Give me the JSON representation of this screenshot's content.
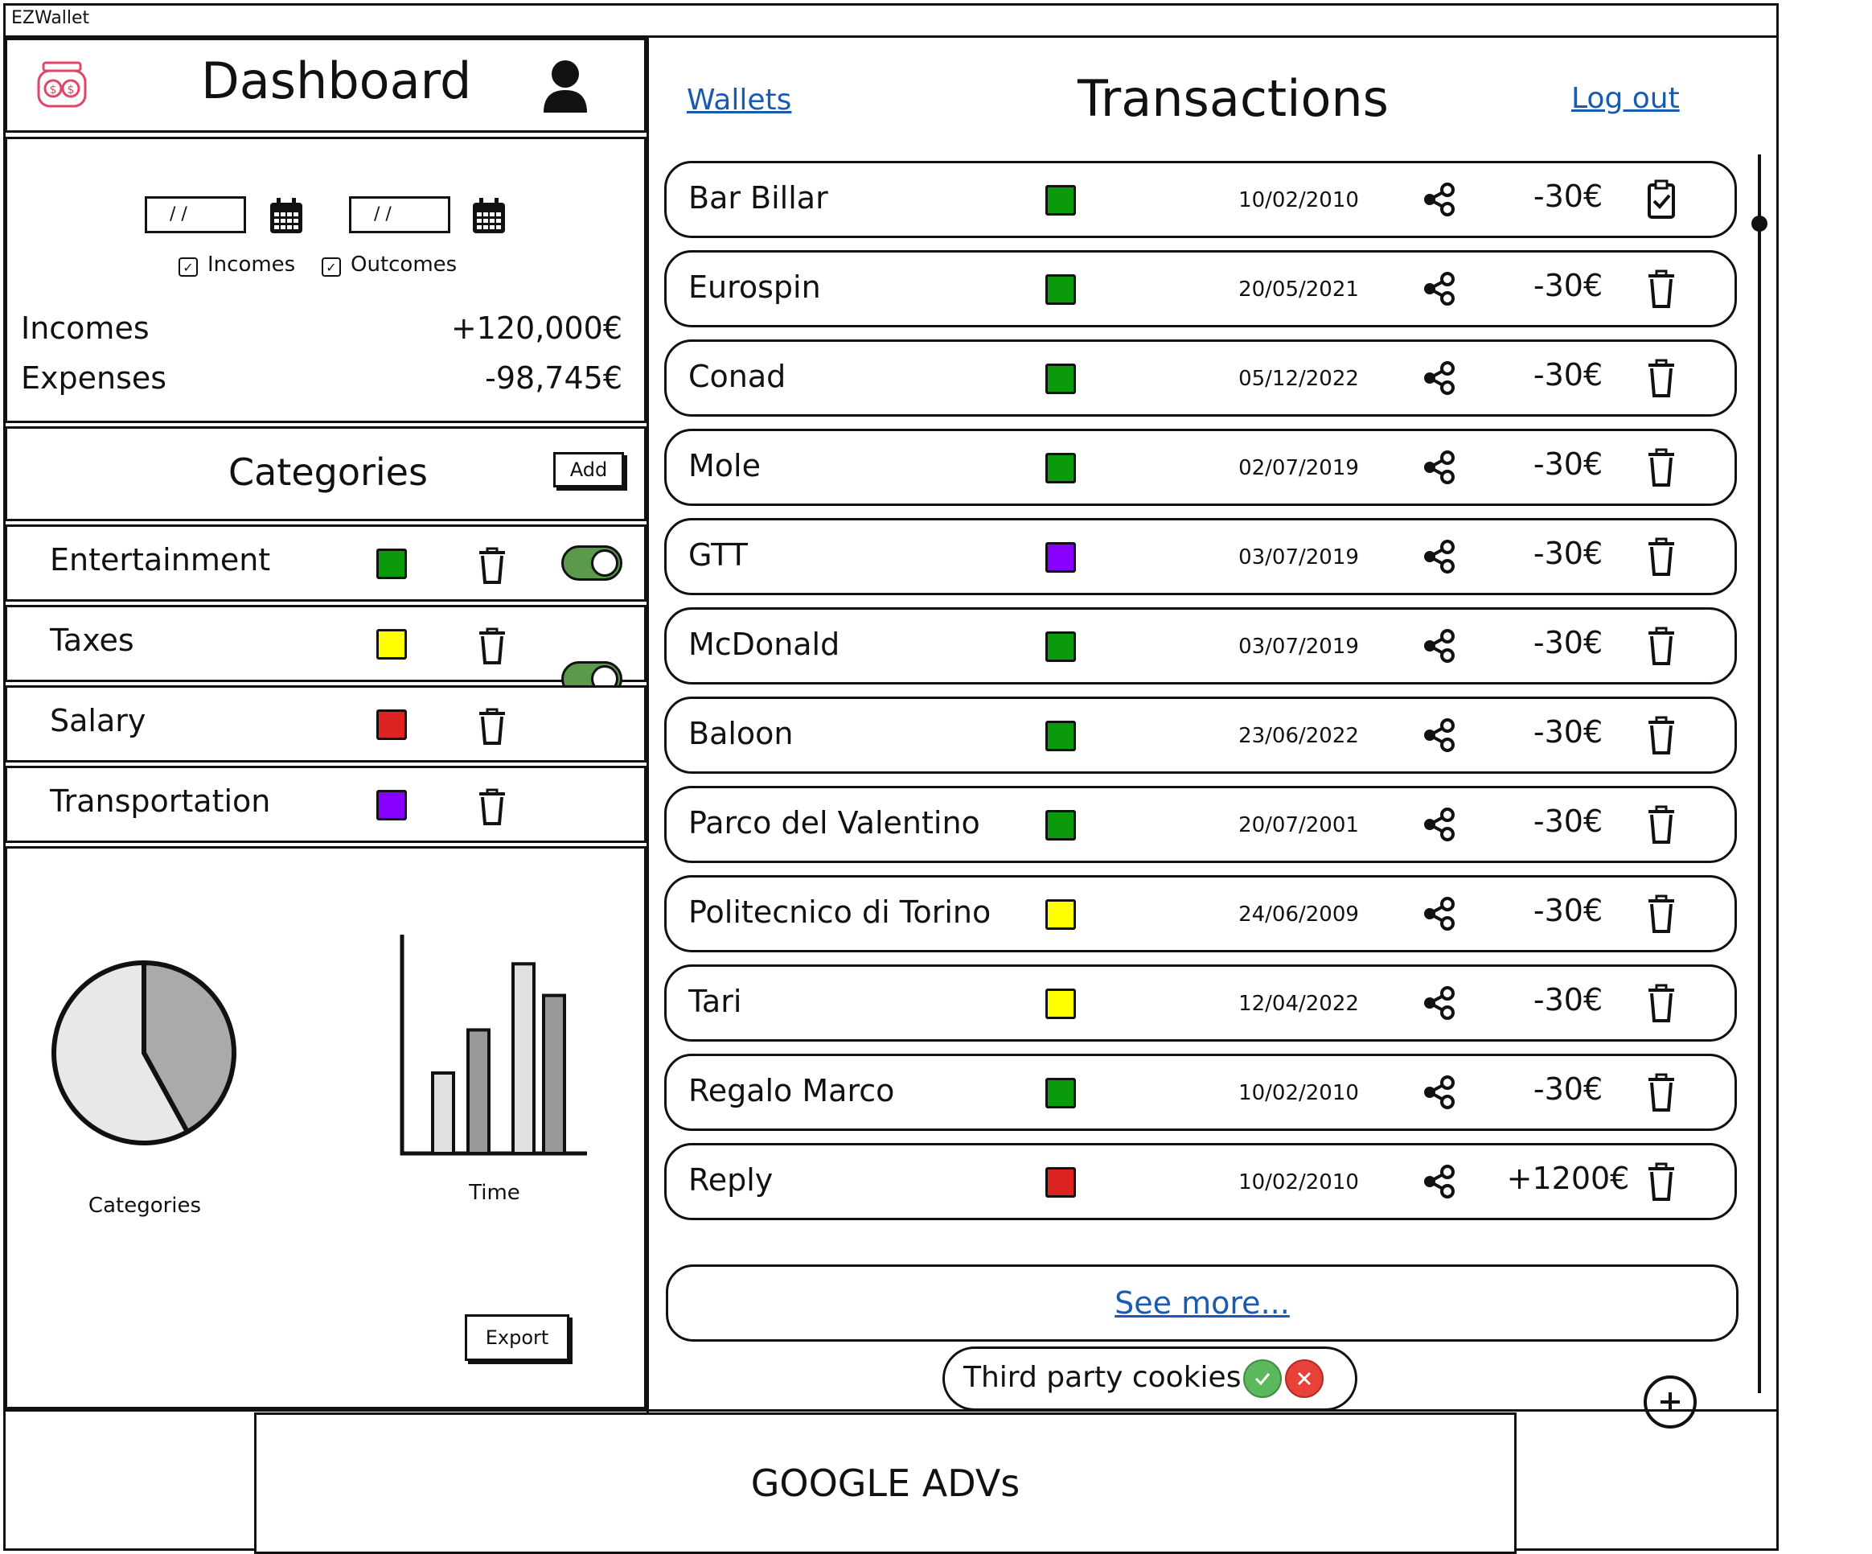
{
  "window": {
    "title": "EZWallet"
  },
  "sidebar": {
    "title": "Dashboard",
    "icons": {
      "logo": "money-jar-icon",
      "user": "user-icon"
    },
    "filters": {
      "date_from": "/ /",
      "date_to": "/ /",
      "incomes_label": "Incomes",
      "outcomes_label": "Outcomes",
      "incomes_checked": true,
      "outcomes_checked": true
    },
    "summary": {
      "incomes_label": "Incomes",
      "incomes_value": "+120,000€",
      "expenses_label": "Expenses",
      "expenses_value": "-98,745€"
    },
    "categories": {
      "title": "Categories",
      "add_label": "Add",
      "items": [
        {
          "name": "Entertainment",
          "color": "#0a9a0a",
          "enabled": true
        },
        {
          "name": "Taxes",
          "color": "#ffff00",
          "enabled": true
        },
        {
          "name": "Salary",
          "color": "#dd2222",
          "enabled": true
        },
        {
          "name": "Transportation",
          "color": "#8800ff",
          "enabled": true
        }
      ]
    },
    "charts": {
      "pie_label": "Categories",
      "bar_label": "Time",
      "export_label": "Export"
    }
  },
  "chart_data": [
    {
      "type": "pie",
      "title": "Categories",
      "values": [
        42,
        58
      ],
      "colors": [
        "#aaaaaa",
        "#e8e8e8"
      ]
    },
    {
      "type": "bar",
      "title": "",
      "xlabel": "Time",
      "values": [
        28,
        43,
        66,
        55
      ],
      "colors": [
        "#e0e0e0",
        "#999999",
        "#e0e0e0",
        "#999999"
      ]
    }
  ],
  "main": {
    "title": "Transactions",
    "nav_wallets": "Wallets",
    "nav_logout": "Log out",
    "transactions": [
      {
        "name": "Bar Billar",
        "color": "#0a9a0a",
        "date": "10/02/2010",
        "amount": "-30€"
      },
      {
        "name": "Eurospin",
        "color": "#0a9a0a",
        "date": "20/05/2021",
        "amount": "-30€"
      },
      {
        "name": "Conad",
        "color": "#0a9a0a",
        "date": "05/12/2022",
        "amount": "-30€"
      },
      {
        "name": "Mole",
        "color": "#0a9a0a",
        "date": "02/07/2019",
        "amount": "-30€"
      },
      {
        "name": "GTT",
        "color": "#8800ff",
        "date": "03/07/2019",
        "amount": "-30€"
      },
      {
        "name": "McDonald",
        "color": "#0a9a0a",
        "date": "03/07/2019",
        "amount": "-30€"
      },
      {
        "name": "Baloon",
        "color": "#0a9a0a",
        "date": "23/06/2022",
        "amount": "-30€"
      },
      {
        "name": "Parco del Valentino",
        "color": "#0a9a0a",
        "date": "20/07/2001",
        "amount": "-30€"
      },
      {
        "name": "Politecnico di Torino",
        "color": "#ffff00",
        "date": "24/06/2009",
        "amount": "-30€"
      },
      {
        "name": "Tari",
        "color": "#ffff00",
        "date": "12/04/2022",
        "amount": "-30€"
      },
      {
        "name": "Regalo Marco",
        "color": "#0a9a0a",
        "date": "10/02/2010",
        "amount": "-30€"
      },
      {
        "name": "Reply",
        "color": "#dd2222",
        "date": "10/02/2010",
        "amount": "+1200€"
      }
    ],
    "see_more": "See more...",
    "cookies_label": "Third party cookies"
  },
  "footer": {
    "ad_text": "GOOGLE ADVs"
  }
}
